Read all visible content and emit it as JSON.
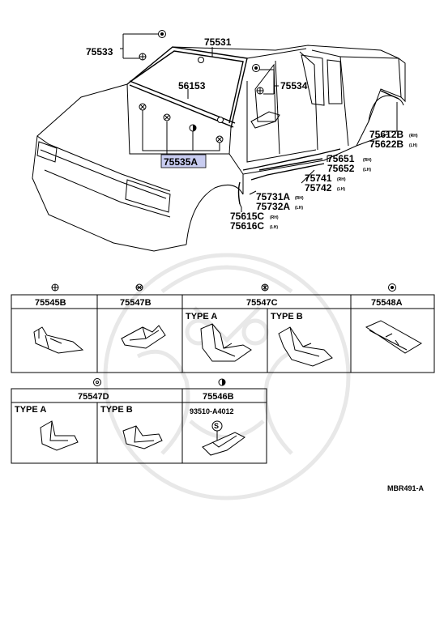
{
  "diagram": {
    "callouts": {
      "p75533": "75533",
      "p75531": "75531",
      "p56153": "56153",
      "p75534": "75534",
      "p75535A": "75535A",
      "p75612B": "75612B",
      "p75622B": "75622B",
      "p75651": "75651",
      "p75652": "75652",
      "p75741": "75741",
      "p75742": "75742",
      "p75731A": "75731A",
      "p75732A": "75732A",
      "p75615C": "75615C",
      "p75616C": "75616C"
    },
    "side_suffix": {
      "rh": "(RH)",
      "lh": "(LH)"
    },
    "highlight_color": "#c8ccf0",
    "table_top": {
      "col1": {
        "header": "75545B",
        "symbol": "plus-circle"
      },
      "col2": {
        "header": "75547B",
        "symbol": "star-circle"
      },
      "col3": {
        "header": "75547C",
        "symbol": "gear-circle",
        "type_a": "TYPE A",
        "type_b": "TYPE B"
      },
      "col4": {
        "header": "75548A",
        "symbol": "filled-ring"
      }
    },
    "table_bottom": {
      "col1": {
        "header": "75547D",
        "symbol": "dot-ring",
        "type_a": "TYPE A",
        "type_b": "TYPE B"
      },
      "col2": {
        "header": "75546B",
        "symbol": "half-circle",
        "part_no": "93510-A4012",
        "screw_mark": "S"
      }
    },
    "drawing_ref": "MBR491-A"
  }
}
